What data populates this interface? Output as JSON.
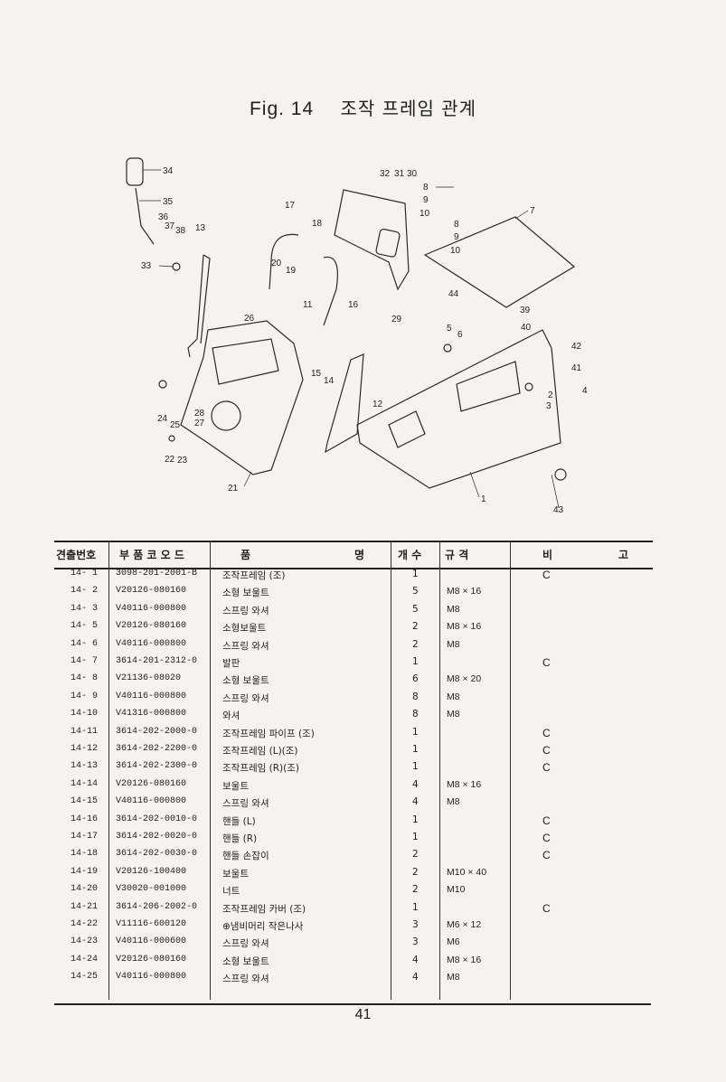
{
  "title": {
    "fig": "Fig. 14",
    "text": "조작 프레임 관계"
  },
  "diagram": {
    "labels": [
      "34",
      "35",
      "36",
      "37",
      "38",
      "13",
      "33",
      "17",
      "18",
      "20",
      "19",
      "26",
      "11",
      "16",
      "32",
      "31",
      "30",
      "8",
      "9",
      "10",
      "8",
      "9",
      "10",
      "7",
      "29",
      "44",
      "39",
      "5",
      "6",
      "40",
      "42",
      "41",
      "4",
      "2",
      "3",
      "15",
      "14",
      "12",
      "24",
      "28",
      "27",
      "25",
      "22",
      "23",
      "21",
      "1",
      "43"
    ]
  },
  "table": {
    "headers": {
      "no": "견출번호",
      "code": "부 품 코 오 드",
      "name": "품",
      "name2": "명",
      "qty": "개 수",
      "spec": "규   격",
      "note": "비",
      "note2": "고"
    },
    "rows": [
      {
        "no": "14- 1",
        "code": "3098-201-2001-B",
        "name": "조작프레임 (조)",
        "qty": "1",
        "spec": "",
        "note": "C"
      },
      {
        "no": "14- 2",
        "code": "V20126-080160",
        "name": "소형 보울트",
        "qty": "5",
        "spec": "M8 × 16",
        "note": ""
      },
      {
        "no": "14- 3",
        "code": "V40116-000800",
        "name": "스프링 와셔",
        "qty": "5",
        "spec": "M8",
        "note": ""
      },
      {
        "no": "14- 5",
        "code": "V20126-080160",
        "name": "소형보울트",
        "qty": "2",
        "spec": "M8 × 16",
        "note": ""
      },
      {
        "no": "14- 6",
        "code": "V40116-000800",
        "name": "스프링 와셔",
        "qty": "2",
        "spec": "M8",
        "note": ""
      },
      {
        "no": "14- 7",
        "code": "3614-201-2312-0",
        "name": "발판",
        "qty": "1",
        "spec": "",
        "note": "C"
      },
      {
        "no": "14- 8",
        "code": "V21136-08020",
        "name": "소형 보울트",
        "qty": "6",
        "spec": "M8 × 20",
        "note": ""
      },
      {
        "no": "14- 9",
        "code": "V40116-000800",
        "name": "스프링 와셔",
        "qty": "8",
        "spec": "M8",
        "note": ""
      },
      {
        "no": "14-10",
        "code": "V41316-000800",
        "name": "와셔",
        "qty": "8",
        "spec": "M8",
        "note": ""
      },
      {
        "no": "14-11",
        "code": "3614-202-2000-0",
        "name": "조작프레임 파이프 (조)",
        "qty": "1",
        "spec": "",
        "note": "C"
      },
      {
        "no": "14-12",
        "code": "3614-202-2200-0",
        "name": "조작프레임 (L)(조)",
        "qty": "1",
        "spec": "",
        "note": "C"
      },
      {
        "no": "14-13",
        "code": "3614-202-2300-0",
        "name": "조작프레임 (R)(조)",
        "qty": "1",
        "spec": "",
        "note": "C"
      },
      {
        "no": "14-14",
        "code": "V20126-080160",
        "name": "보울트",
        "qty": "4",
        "spec": "M8 × 16",
        "note": ""
      },
      {
        "no": "14-15",
        "code": "V40116-000800",
        "name": "스프링 와셔",
        "qty": "4",
        "spec": "M8",
        "note": ""
      },
      {
        "no": "14-16",
        "code": "3614-202-0010-0",
        "name": "핸들 (L)",
        "qty": "1",
        "spec": "",
        "note": "C"
      },
      {
        "no": "14-17",
        "code": "3614-202-0020-0",
        "name": "핸들 (R)",
        "qty": "1",
        "spec": "",
        "note": "C"
      },
      {
        "no": "14-18",
        "code": "3614-202-0030-0",
        "name": "핸들 손잡이",
        "qty": "2",
        "spec": "",
        "note": "C"
      },
      {
        "no": "14-19",
        "code": "V20126-100400",
        "name": "보울트",
        "qty": "2",
        "spec": "M10 × 40",
        "note": ""
      },
      {
        "no": "14-20",
        "code": "V30020-001000",
        "name": "너트",
        "qty": "2",
        "spec": "M10",
        "note": ""
      },
      {
        "no": "14-21",
        "code": "3614-206-2002-0",
        "name": "조작프레임 카버 (조)",
        "qty": "1",
        "spec": "",
        "note": "C"
      },
      {
        "no": "14-22",
        "code": "V11116-600120",
        "name": "⊕냄비머리 작은나사",
        "qty": "3",
        "spec": "M6 × 12",
        "note": ""
      },
      {
        "no": "14-23",
        "code": "V40116-000600",
        "name": "스프링 와셔",
        "qty": "3",
        "spec": "M6",
        "note": ""
      },
      {
        "no": "14-24",
        "code": "V20126-080160",
        "name": "소형 보울트",
        "qty": "4",
        "spec": "M8 × 16",
        "note": ""
      },
      {
        "no": "14-25",
        "code": "V40116-000800",
        "name": "스프링 와셔",
        "qty": "4",
        "spec": "M8",
        "note": ""
      }
    ]
  },
  "page_number": "41"
}
